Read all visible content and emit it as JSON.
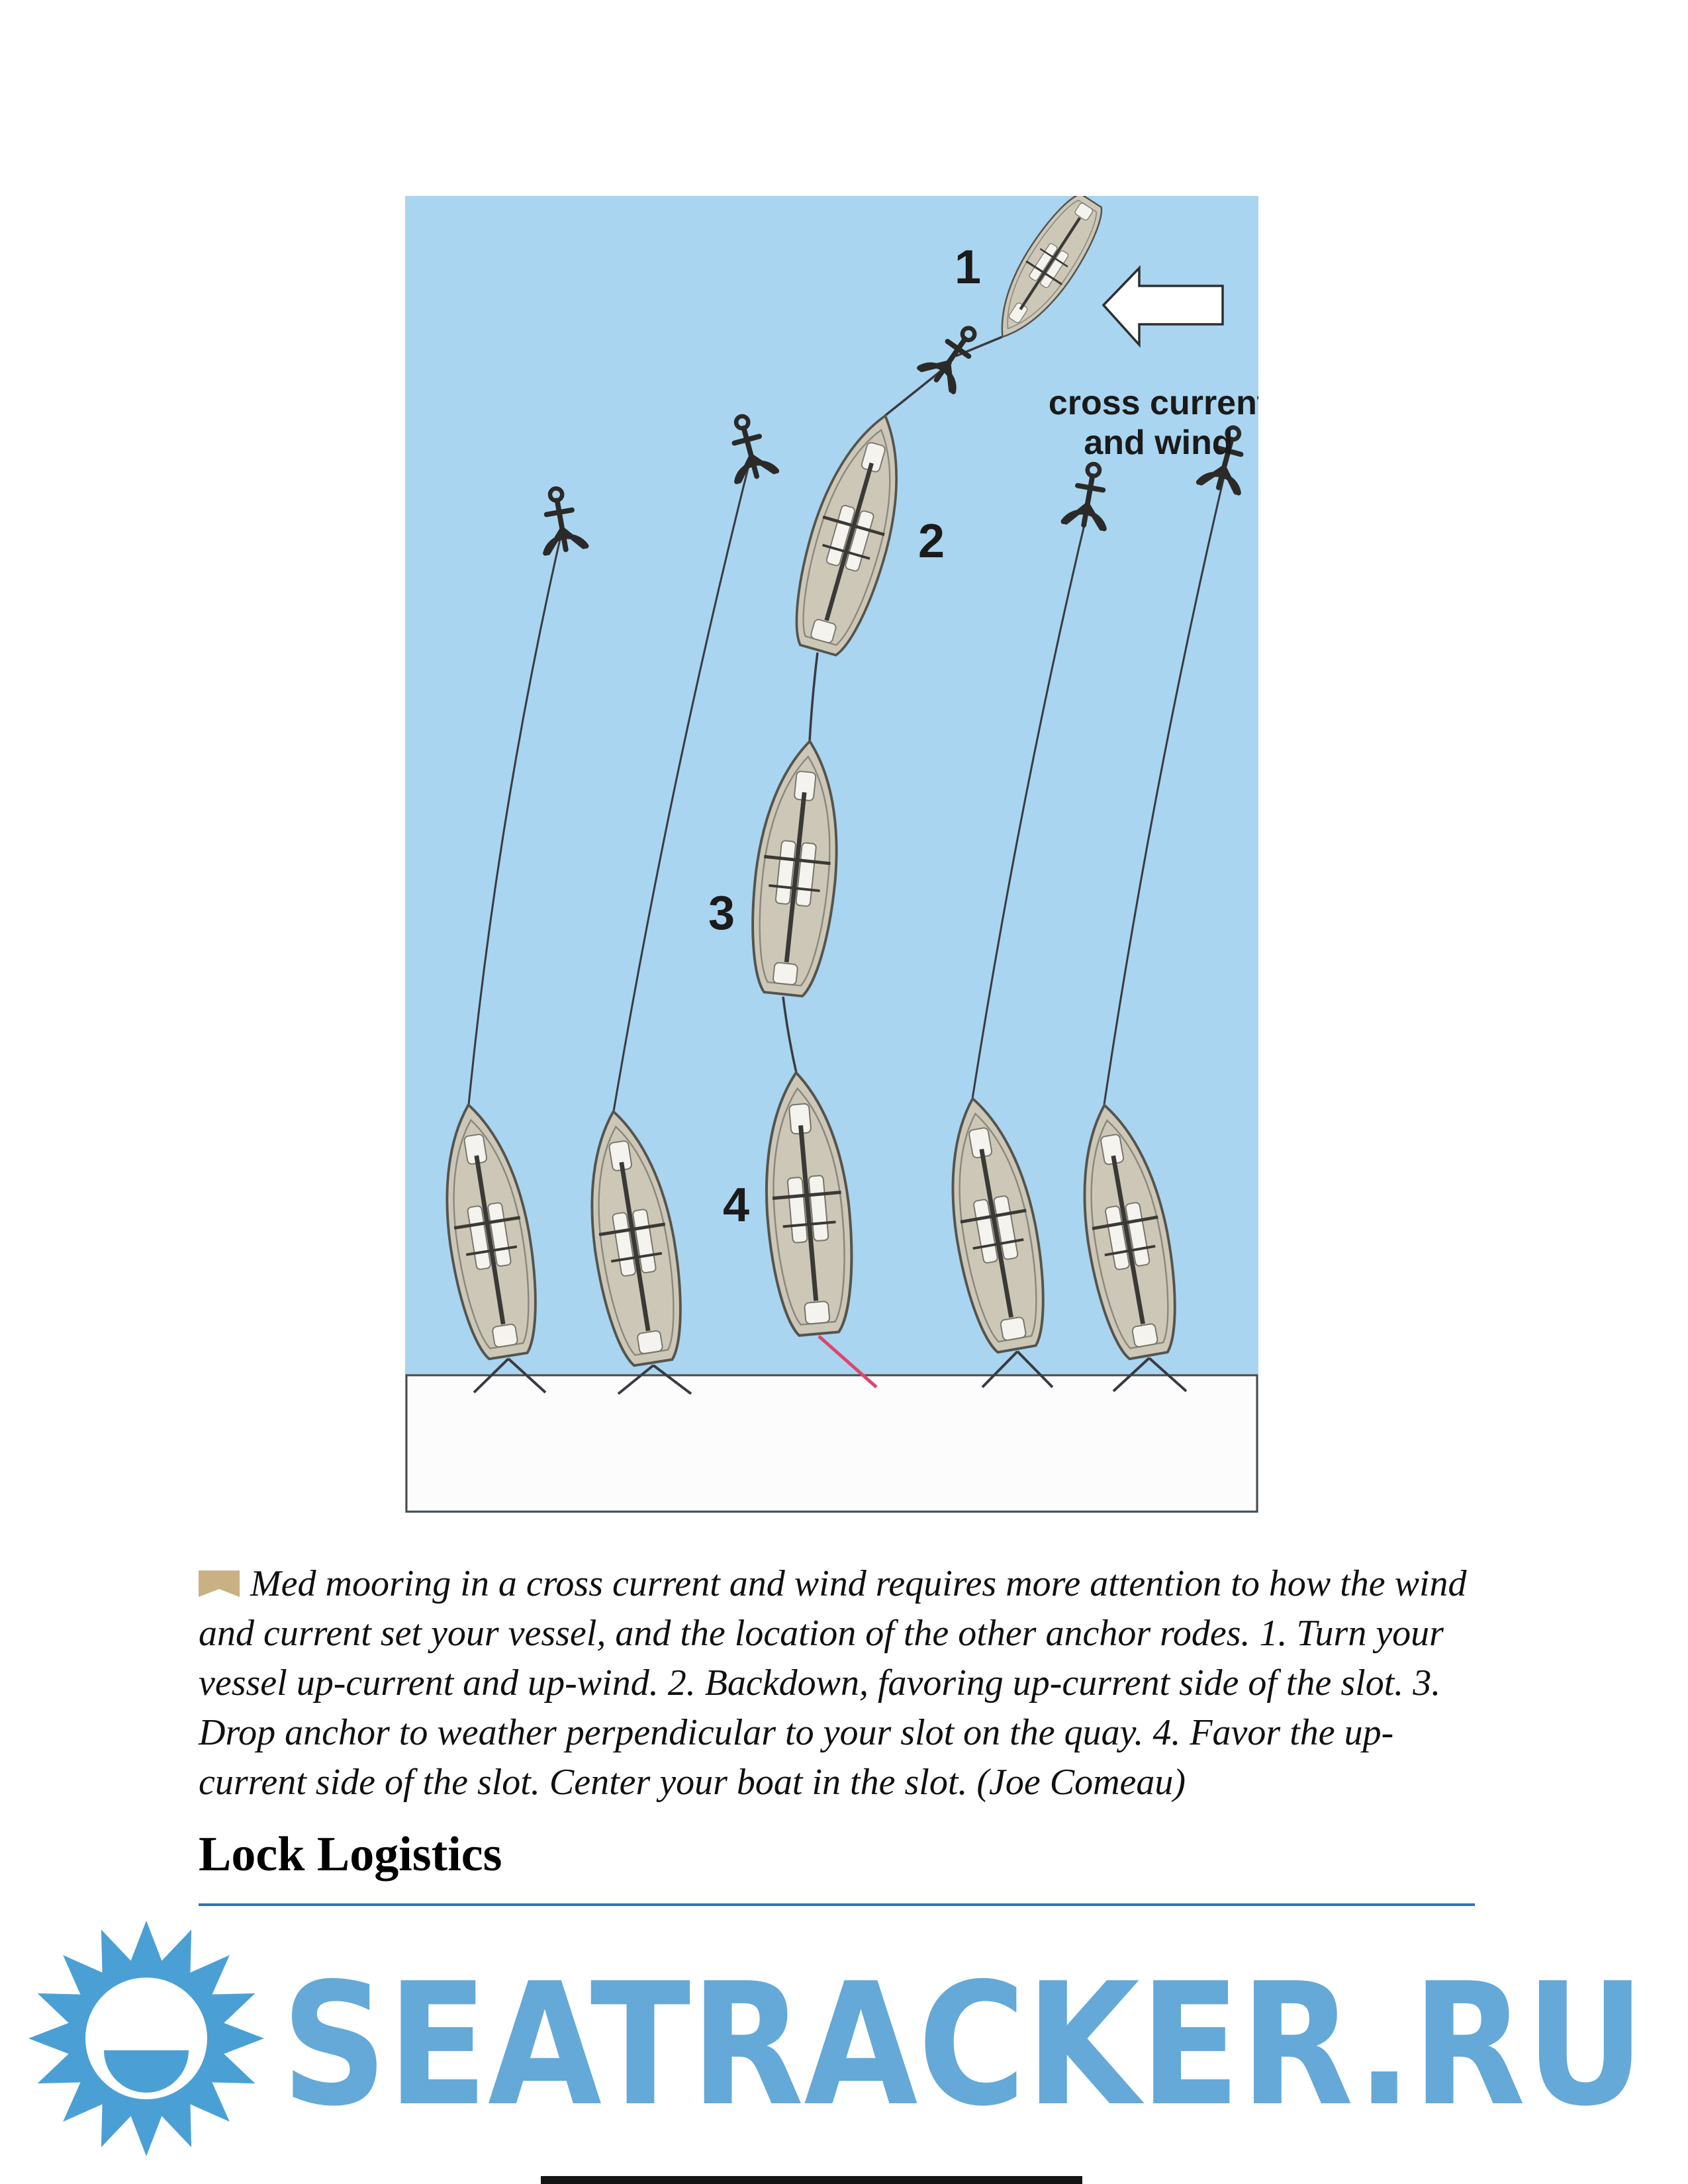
{
  "figure": {
    "labels": {
      "step1": "1",
      "step2": "2",
      "step3": "3",
      "step4": "4"
    },
    "arrow_caption_line1": "cross current",
    "arrow_caption_line2": "and wind",
    "colors": {
      "water": "#a9d5f0",
      "hull": "#cdc7b8",
      "rode": "#3a3a42",
      "stern_line_red": "#e0456b",
      "quay": "#fcfcfd"
    }
  },
  "caption": {
    "text": "Med mooring in a cross current and wind requires more attention to how the wind and current set your vessel, and the location of the other anchor rodes. 1. Turn your vessel up-current and up-wind. 2. Backdown, favoring up-current side of the slot. 3. Drop anchor to weather perpendicular to your slot on the quay. 4. Favor the up-current side of the slot. Center your boat in the slot. (Joe Comeau)"
  },
  "section": {
    "heading": "Lock Logistics",
    "rule_color": "#2e74b5"
  },
  "watermark": {
    "text": "SEATRACKER.RU",
    "color": "#64a9d8"
  }
}
